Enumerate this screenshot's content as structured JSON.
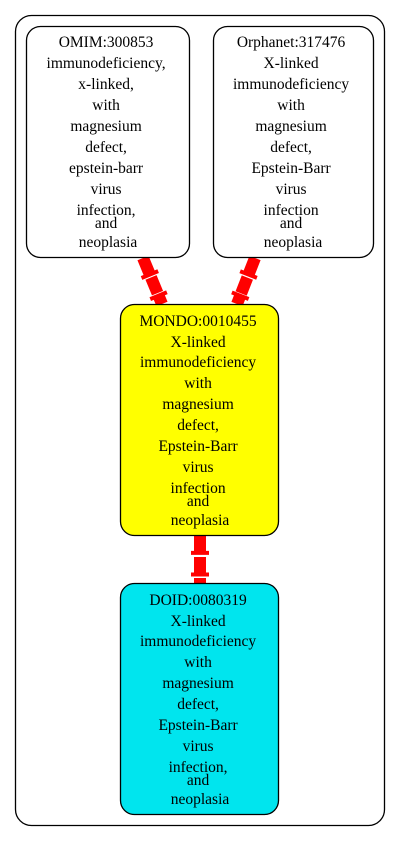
{
  "colors": {
    "background": "#ffffff",
    "cluster_border": "#000000",
    "edge": "#ff0000",
    "node_border": "#000000",
    "omim_fill": "#ffffff",
    "orphanet_fill": "#ffffff",
    "mondo_fill": "#ffff00",
    "doid_fill": "#00e5ee"
  },
  "nodes": {
    "omim": {
      "id": "OMIM:300853",
      "lines": [
        "OMIM:300853",
        "immunodeficiency,",
        "x-linked,",
        "with",
        "magnesium",
        "defect,",
        "epstein-barr",
        "virus",
        "infection,",
        "and",
        "neoplasia"
      ]
    },
    "orphanet": {
      "id": "Orphanet:317476",
      "lines": [
        "Orphanet:317476",
        "X-linked",
        "immunodeficiency",
        "with",
        "magnesium",
        "defect,",
        "Epstein-Barr",
        "virus",
        "infection",
        "and",
        "neoplasia"
      ]
    },
    "mondo": {
      "id": "MONDO:0010455",
      "lines": [
        "MONDO:0010455",
        "X-linked",
        "immunodeficiency",
        "with",
        "magnesium",
        "defect,",
        "Epstein-Barr",
        "virus",
        "infection",
        "and",
        "neoplasia"
      ]
    },
    "doid": {
      "id": "DOID:0080319",
      "lines": [
        "DOID:0080319",
        "X-linked",
        "immunodeficiency",
        "with",
        "magnesium",
        "defect,",
        "Epstein-Barr",
        "virus",
        "infection,",
        "and",
        "neoplasia"
      ]
    }
  },
  "edges": [
    {
      "from": "omim",
      "to": "mondo"
    },
    {
      "from": "orphanet",
      "to": "mondo"
    },
    {
      "from": "mondo",
      "to": "doid"
    }
  ]
}
